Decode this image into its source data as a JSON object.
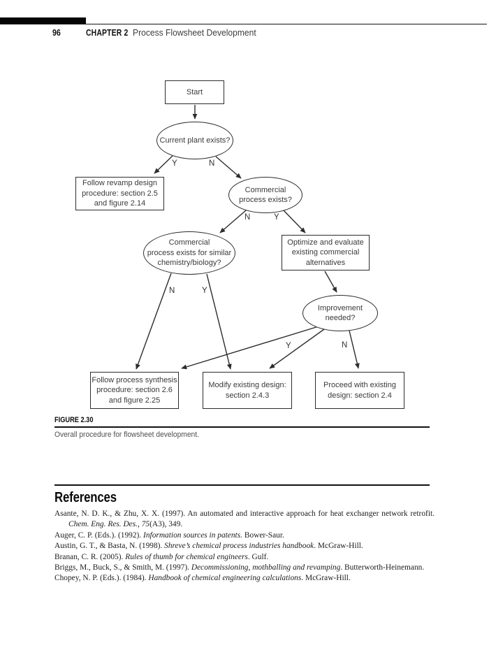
{
  "header": {
    "page_number": "96",
    "chapter_label": "CHAPTER 2",
    "chapter_title": "Process Flowsheet Development"
  },
  "flowchart": {
    "nodes": {
      "start": {
        "label": "Start"
      },
      "current_plant": {
        "label": "Current plant exists?"
      },
      "revamp": {
        "label": "Follow revamp design\nprocedure: section 2.5\nand figure 2.14"
      },
      "commercial": {
        "label": "Commercial\nprocess exists?"
      },
      "similar": {
        "label": "Commercial\nprocess exists for similar\nchemistry/biology?"
      },
      "optimize": {
        "label": "Optimize and evaluate\nexisting commercial\nalternatives"
      },
      "improvement": {
        "label": "Improvement\nneeded?"
      },
      "synthesis": {
        "label": "Follow process synthesis\nprocedure: section 2.6\nand figure 2.25"
      },
      "modify": {
        "label": "Modify existing design:\nsection 2.4.3"
      },
      "proceed": {
        "label": "Proceed with existing\ndesign: section 2.4"
      }
    },
    "branch_labels": {
      "current_yes": "Y",
      "current_no": "N",
      "commercial_no": "N",
      "commercial_yes": "Y",
      "similar_no": "N",
      "similar_yes": "Y",
      "improvement_yes": "Y",
      "improvement_no": "N"
    }
  },
  "figure": {
    "label": "FIGURE 2.30",
    "caption": "Overall procedure for flowsheet development."
  },
  "references": {
    "heading": "References",
    "items": [
      {
        "segments": [
          {
            "t": "Asante, N. D. K., & Zhu, X. X. (1997). An automated and interactive approach for heat exchanger network retrofit. "
          },
          {
            "t": "Chem. Eng. Res. Des., 75",
            "i": true
          },
          {
            "t": "(A3), 349."
          }
        ]
      },
      {
        "segments": [
          {
            "t": "Auger, C. P. (Eds.). (1992). "
          },
          {
            "t": "Information sources in patents",
            "i": true
          },
          {
            "t": ". Bower-Saur."
          }
        ]
      },
      {
        "segments": [
          {
            "t": "Austin, G. T., & Basta, N. (1998). "
          },
          {
            "t": "Shreve’s chemical process industries handbook",
            "i": true
          },
          {
            "t": ". McGraw-Hill."
          }
        ]
      },
      {
        "segments": [
          {
            "t": "Branan, C. R. (2005). "
          },
          {
            "t": "Rules of thumb for chemical engineers",
            "i": true
          },
          {
            "t": ". Gulf."
          }
        ]
      },
      {
        "segments": [
          {
            "t": "Briggs, M., Buck, S., & Smith, M. (1997). "
          },
          {
            "t": "Decommissioning, mothballing and revamping",
            "i": true
          },
          {
            "t": ". Butterworth-Heinemann."
          }
        ]
      },
      {
        "segments": [
          {
            "t": "Chopey, N. P. (Eds.). (1984). "
          },
          {
            "t": "Handbook of chemical engineering calculations",
            "i": true
          },
          {
            "t": ". McGraw-Hill."
          }
        ]
      }
    ]
  }
}
